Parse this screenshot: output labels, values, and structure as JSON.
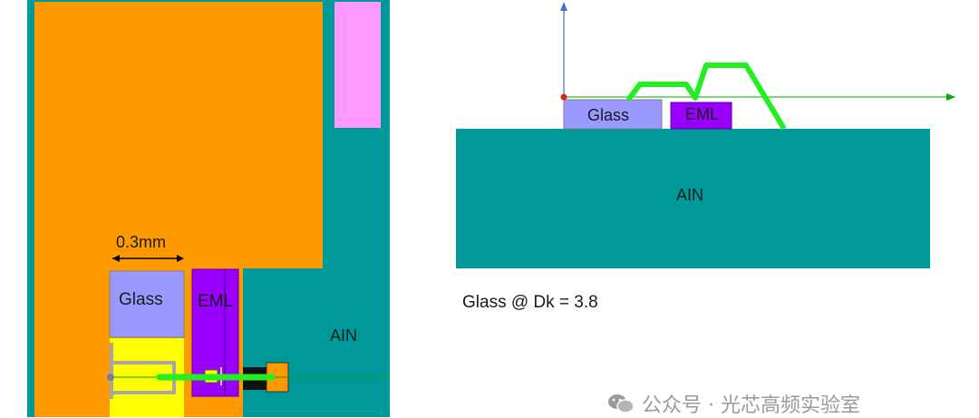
{
  "top_view": {
    "dimension_label": "0.3mm",
    "glass_label": "Glass",
    "eml_label": "EML",
    "substrate_label": "AIN"
  },
  "side_view": {
    "glass_label": "Glass",
    "eml_label": "EML",
    "substrate_label": "AIN"
  },
  "note": "Glass @ Dk = 3.8",
  "watermark": {
    "text": "公众号 · 光芯高频实验室"
  },
  "colors": {
    "substrate_teal": "#009999",
    "orange_metal": "#ff9900",
    "pink_pad": "#ff99ff",
    "glass_lavender": "#9999ff",
    "eml_purple": "#9900ff",
    "yellow_pad": "#ffff00",
    "bondwire_green": "#22ee22",
    "axis_blue": "#4472c4",
    "axis_green": "#00aa00"
  }
}
